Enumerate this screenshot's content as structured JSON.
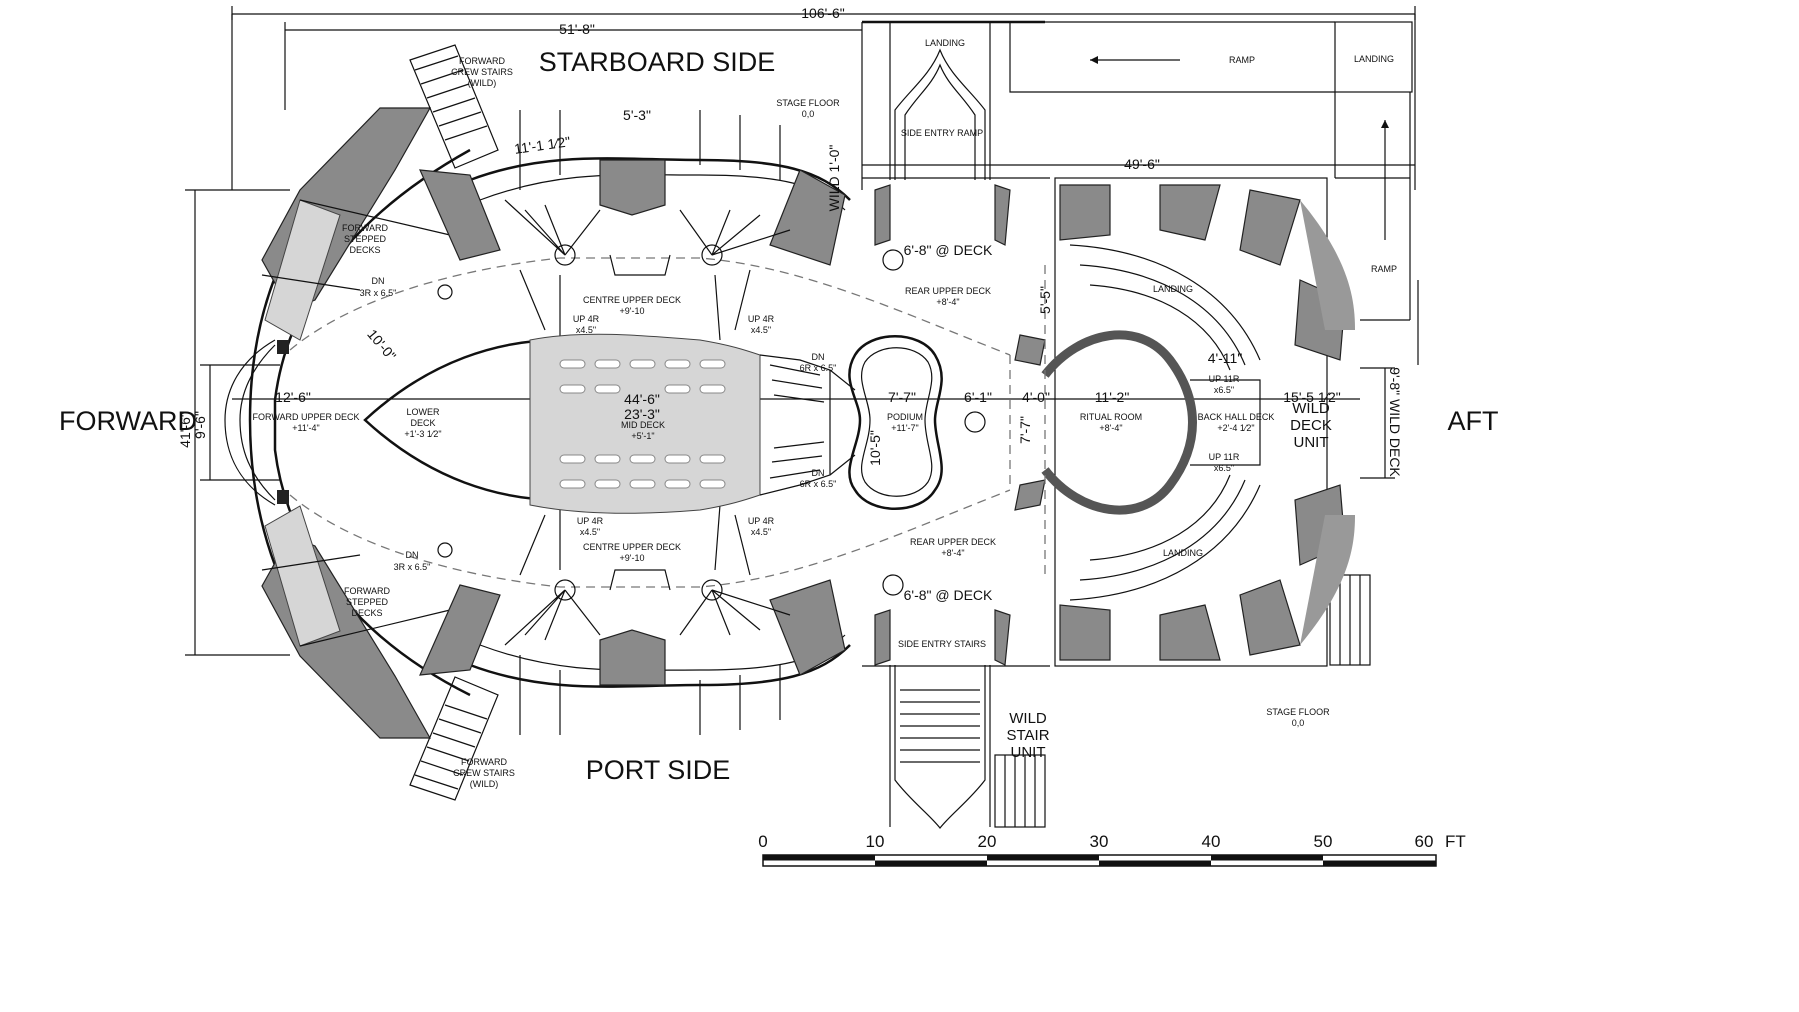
{
  "sides": {
    "starboard": "STARBOARD SIDE",
    "port": "PORT SIDE",
    "forward": "FORWARD",
    "aft": "AFT"
  },
  "dimensions": {
    "overall": "106'-6\"",
    "forward_length": "51'-8\"",
    "aft_length": "49'-6\"",
    "overall_width": "41'-6\"",
    "forward_width": "9'-6\"",
    "starboard_gap": "5'-3\"",
    "starboard_curve": "11'-1 1⁄2\"",
    "wild": "WILD 1'-0\"",
    "deck_upper": "6'-8\" @ DECK",
    "deck_lower": "6'-8\" @ DECK",
    "forward_radius": "10'-0\"",
    "forward_upper": "12'-6\"",
    "mid_long": "44'-6\"",
    "mid_inner": "23'-3\"",
    "podium_w": "7'-7\"",
    "podium_h": "10'-5\"",
    "gap_a": "6'-1\"",
    "gap_b": "4'-0\"",
    "vert_a": "5'-5\"",
    "vert_b": "7'-7\"",
    "ritual_w": "11'-2\"",
    "back_w": "15'-5 1⁄2\"",
    "back_h": "4'-11\"",
    "wild_deck": "9'-8\" WILD DECK"
  },
  "labels": {
    "landing_top": "LANDING",
    "landing_ramp_right": "LANDING",
    "ramp_top": "RAMP",
    "ramp_right": "RAMP",
    "stage_floor_top": "STAGE FLOOR",
    "stage_floor_top_val": "0,0",
    "stage_floor_bottom": "STAGE FLOOR",
    "stage_floor_bottom_val": "0,0",
    "side_entry_ramp": "SIDE ENTRY RAMP",
    "side_entry_stairs": "SIDE ENTRY STAIRS",
    "forward_crew_stairs_top": [
      "FORWARD",
      "CREW STAIRS",
      "(WILD)"
    ],
    "forward_crew_stairs_bottom": [
      "FORWARD",
      "CREW STAIRS",
      "(WILD)"
    ],
    "forward_stepped_top": [
      "FORWARD",
      "STEPPED",
      "DECKS"
    ],
    "forward_stepped_bottom": [
      "FORWARD",
      "STEPPED",
      "DECKS"
    ],
    "dn_top": [
      "DN",
      "3R x 6.5\""
    ],
    "dn_bottom": [
      "DN",
      "3R x 6.5\""
    ],
    "centre_upper_top": [
      "CENTRE UPPER DECK",
      "+9'-10"
    ],
    "centre_upper_bottom": [
      "CENTRE UPPER DECK",
      "+9'-10"
    ],
    "up4r_tl": [
      "UP 4R",
      "x4.5\""
    ],
    "up4r_tr": [
      "UP 4R",
      "x4.5\""
    ],
    "up4r_bl": [
      "UP 4R",
      "x4.5\""
    ],
    "up4r_br": [
      "UP 4R",
      "x4.5\""
    ],
    "rear_upper_top": [
      "REAR UPPER DECK",
      "+8'-4\""
    ],
    "rear_upper_bottom": [
      "REAR UPPER DECK",
      "+8'-4\""
    ],
    "forward_upper": [
      "FORWARD UPPER DECK",
      "+11'-4\""
    ],
    "lower_deck": [
      "LOWER",
      "DECK",
      "+1'-3 1⁄2\""
    ],
    "mid_deck": [
      "MID DECK",
      "+5'-1\""
    ],
    "dn6r_top": [
      "DN",
      "6R x 6.5\""
    ],
    "dn6r_bottom": [
      "DN",
      "6R x 6.5\""
    ],
    "podium": [
      "PODIUM",
      "+11'-7\""
    ],
    "ritual_room": [
      "RITUAL ROOM",
      "+8'-4\""
    ],
    "landing_back_top": "LANDING",
    "landing_back_bottom": "LANDING",
    "up11r_top": [
      "UP 11R",
      "x6.5\""
    ],
    "up11r_bottom": [
      "UP 11R",
      "x6.5\""
    ],
    "back_hall": [
      "BACK HALL DECK",
      "+2'-4 1⁄2\""
    ],
    "wild_deck_unit": [
      "WILD",
      "DECK",
      "UNIT"
    ],
    "wild_stair_unit": [
      "WILD",
      "STAIR",
      "UNIT"
    ]
  },
  "scale": {
    "ticks": [
      "0",
      "10",
      "20",
      "30",
      "40",
      "50",
      "60"
    ],
    "unit": "FT"
  }
}
